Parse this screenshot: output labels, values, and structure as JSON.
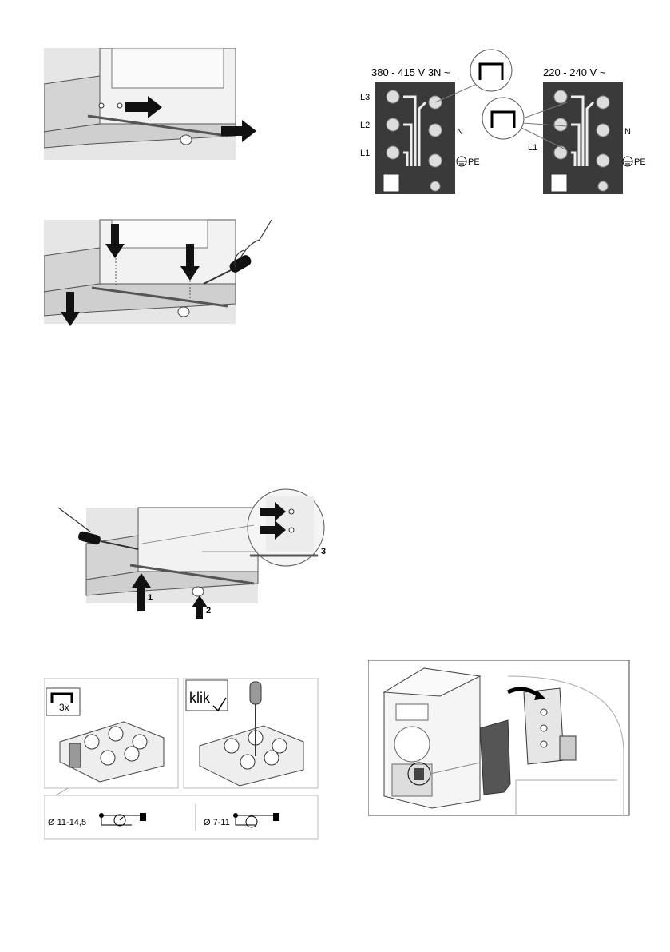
{
  "wiring": {
    "three_phase_title": "380 - 415 V 3N ~",
    "single_phase_title": "220 - 240 V ~",
    "label_l3": "L3",
    "label_l2": "L2",
    "label_l1": "L1",
    "label_n": "N",
    "label_pe": "PE",
    "label_l1_single": "L1",
    "label_n_single": "N",
    "label_pe_single": "PE"
  },
  "panel_lift": {
    "step_1": "1",
    "step_2": "2",
    "step_3": "3"
  },
  "terminal_block": {
    "bridge_count": "3x",
    "click_word": "klik",
    "cable_large": "Ø 11-14,5",
    "cable_small": "Ø 7-11"
  }
}
